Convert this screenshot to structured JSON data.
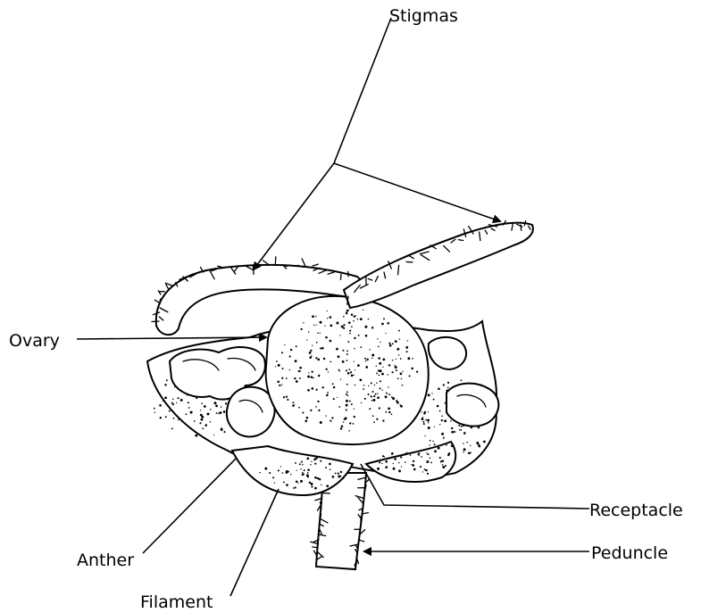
{
  "labels": {
    "stigmas": "Stigmas",
    "ovary": "Ovary",
    "anther": "Anther",
    "filament": "Filament",
    "receptacle": "Receptacle",
    "peduncle": "Peduncle"
  }
}
